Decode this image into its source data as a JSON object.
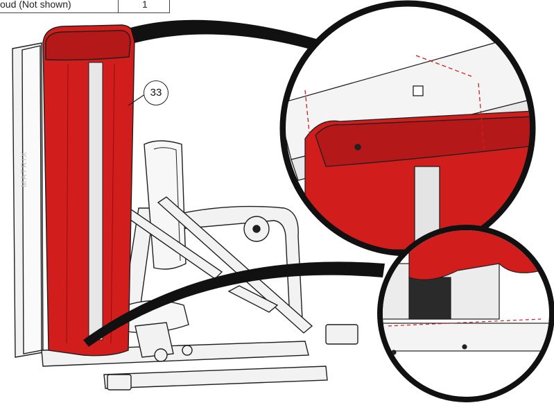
{
  "parts_table": {
    "row": {
      "description": "oud (Not shown)",
      "quantity": "1"
    }
  },
  "callout": {
    "number": "33"
  },
  "frame_logo": "MATRIX",
  "colors": {
    "shroud": "#d21d1d",
    "shroud_dark": "#9e1212",
    "outline": "#1f1f1f",
    "frame_fill": "#f2f2f2"
  }
}
